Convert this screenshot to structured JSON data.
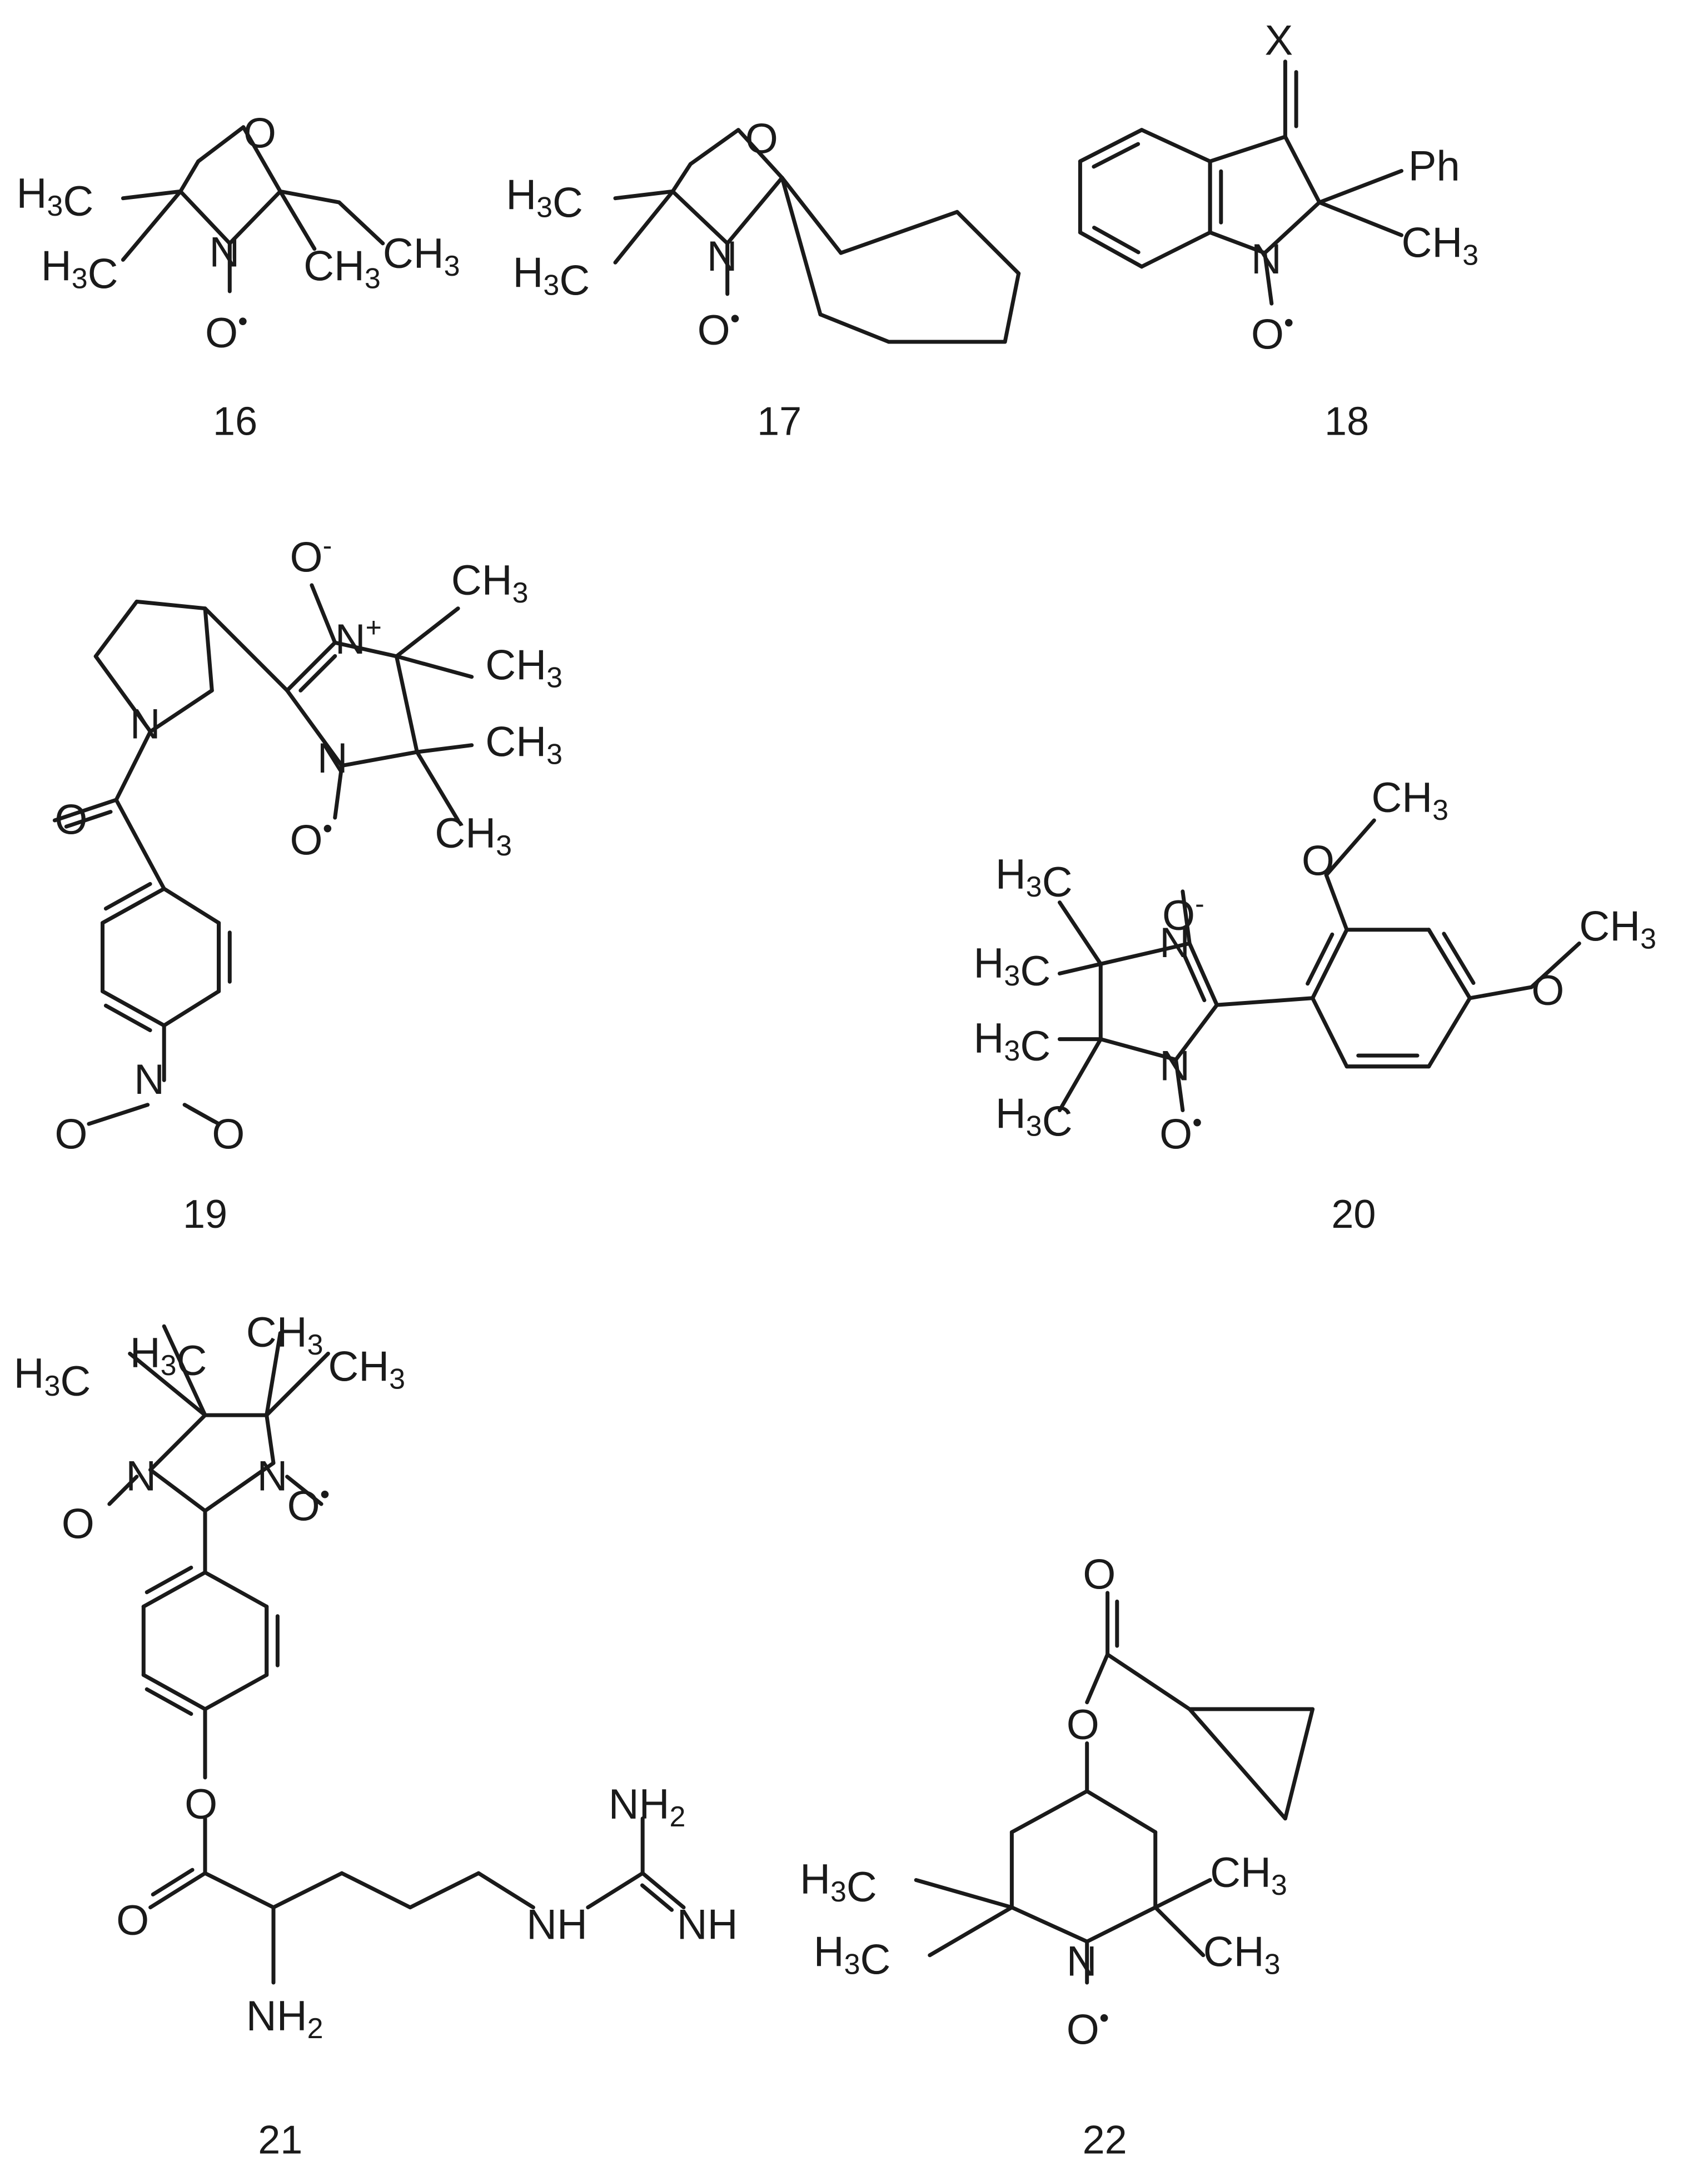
{
  "compounds": [
    {
      "number": "16"
    },
    {
      "number": "17"
    },
    {
      "number": "18",
      "substituent": "X",
      "group": "Ph"
    },
    {
      "number": "19"
    },
    {
      "number": "20"
    },
    {
      "number": "21"
    },
    {
      "number": "22"
    }
  ],
  "atoms": {
    "O": "O",
    "N": "N",
    "C": "C",
    "H": "H",
    "NH": "NH",
    "sub2": "2",
    "sub3": "3",
    "radical": "•",
    "minus": "-",
    "plus": "+"
  }
}
